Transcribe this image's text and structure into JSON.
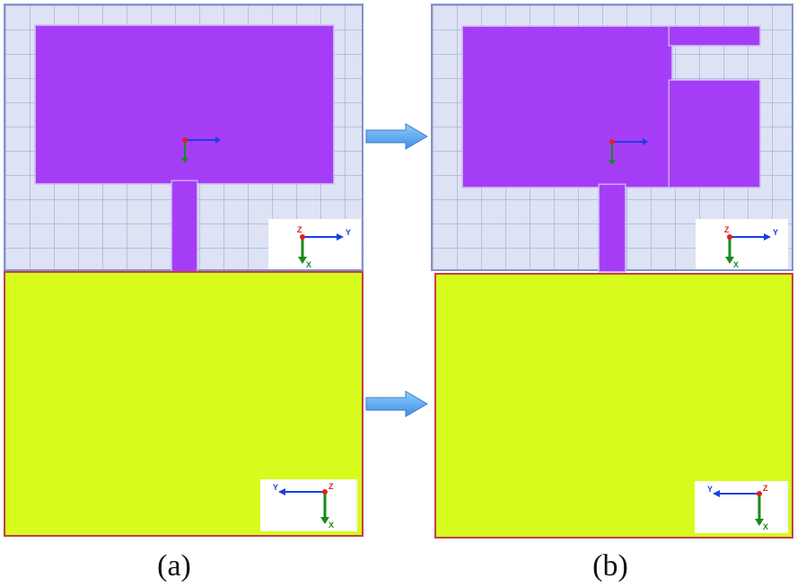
{
  "figure": {
    "panels": [
      {
        "id": "a",
        "label": "(a)",
        "top_view": {
          "substrate_color": "#dde3f4",
          "patch_color": "#a63df6",
          "patch_shape": "rectangle",
          "feed_line": true,
          "axis_labels": [
            "Z",
            "Y",
            "X"
          ]
        },
        "bottom_view": {
          "ground_color": "#d7fb1c",
          "axis_labels": [
            "Y",
            "Z",
            "X"
          ]
        }
      },
      {
        "id": "b",
        "label": "(b)",
        "top_view": {
          "substrate_color": "#dde3f4",
          "patch_color": "#a63df6",
          "patch_shape": "rectangle-with-slot",
          "feed_line": true,
          "axis_labels": [
            "Z",
            "Y",
            "X"
          ]
        },
        "bottom_view": {
          "ground_color": "#d7fb1c",
          "axis_labels": [
            "Y",
            "Z",
            "X"
          ]
        }
      }
    ],
    "arrows": [
      {
        "from": "a-top",
        "to": "b-top",
        "color": "#5aa9f0"
      },
      {
        "from": "a-bottom",
        "to": "b-bottom",
        "color": "#5aa9f0"
      }
    ],
    "axis_colors": {
      "x": "#1a8a1a",
      "y": "#1a3fe0",
      "z": "#e02020"
    }
  }
}
